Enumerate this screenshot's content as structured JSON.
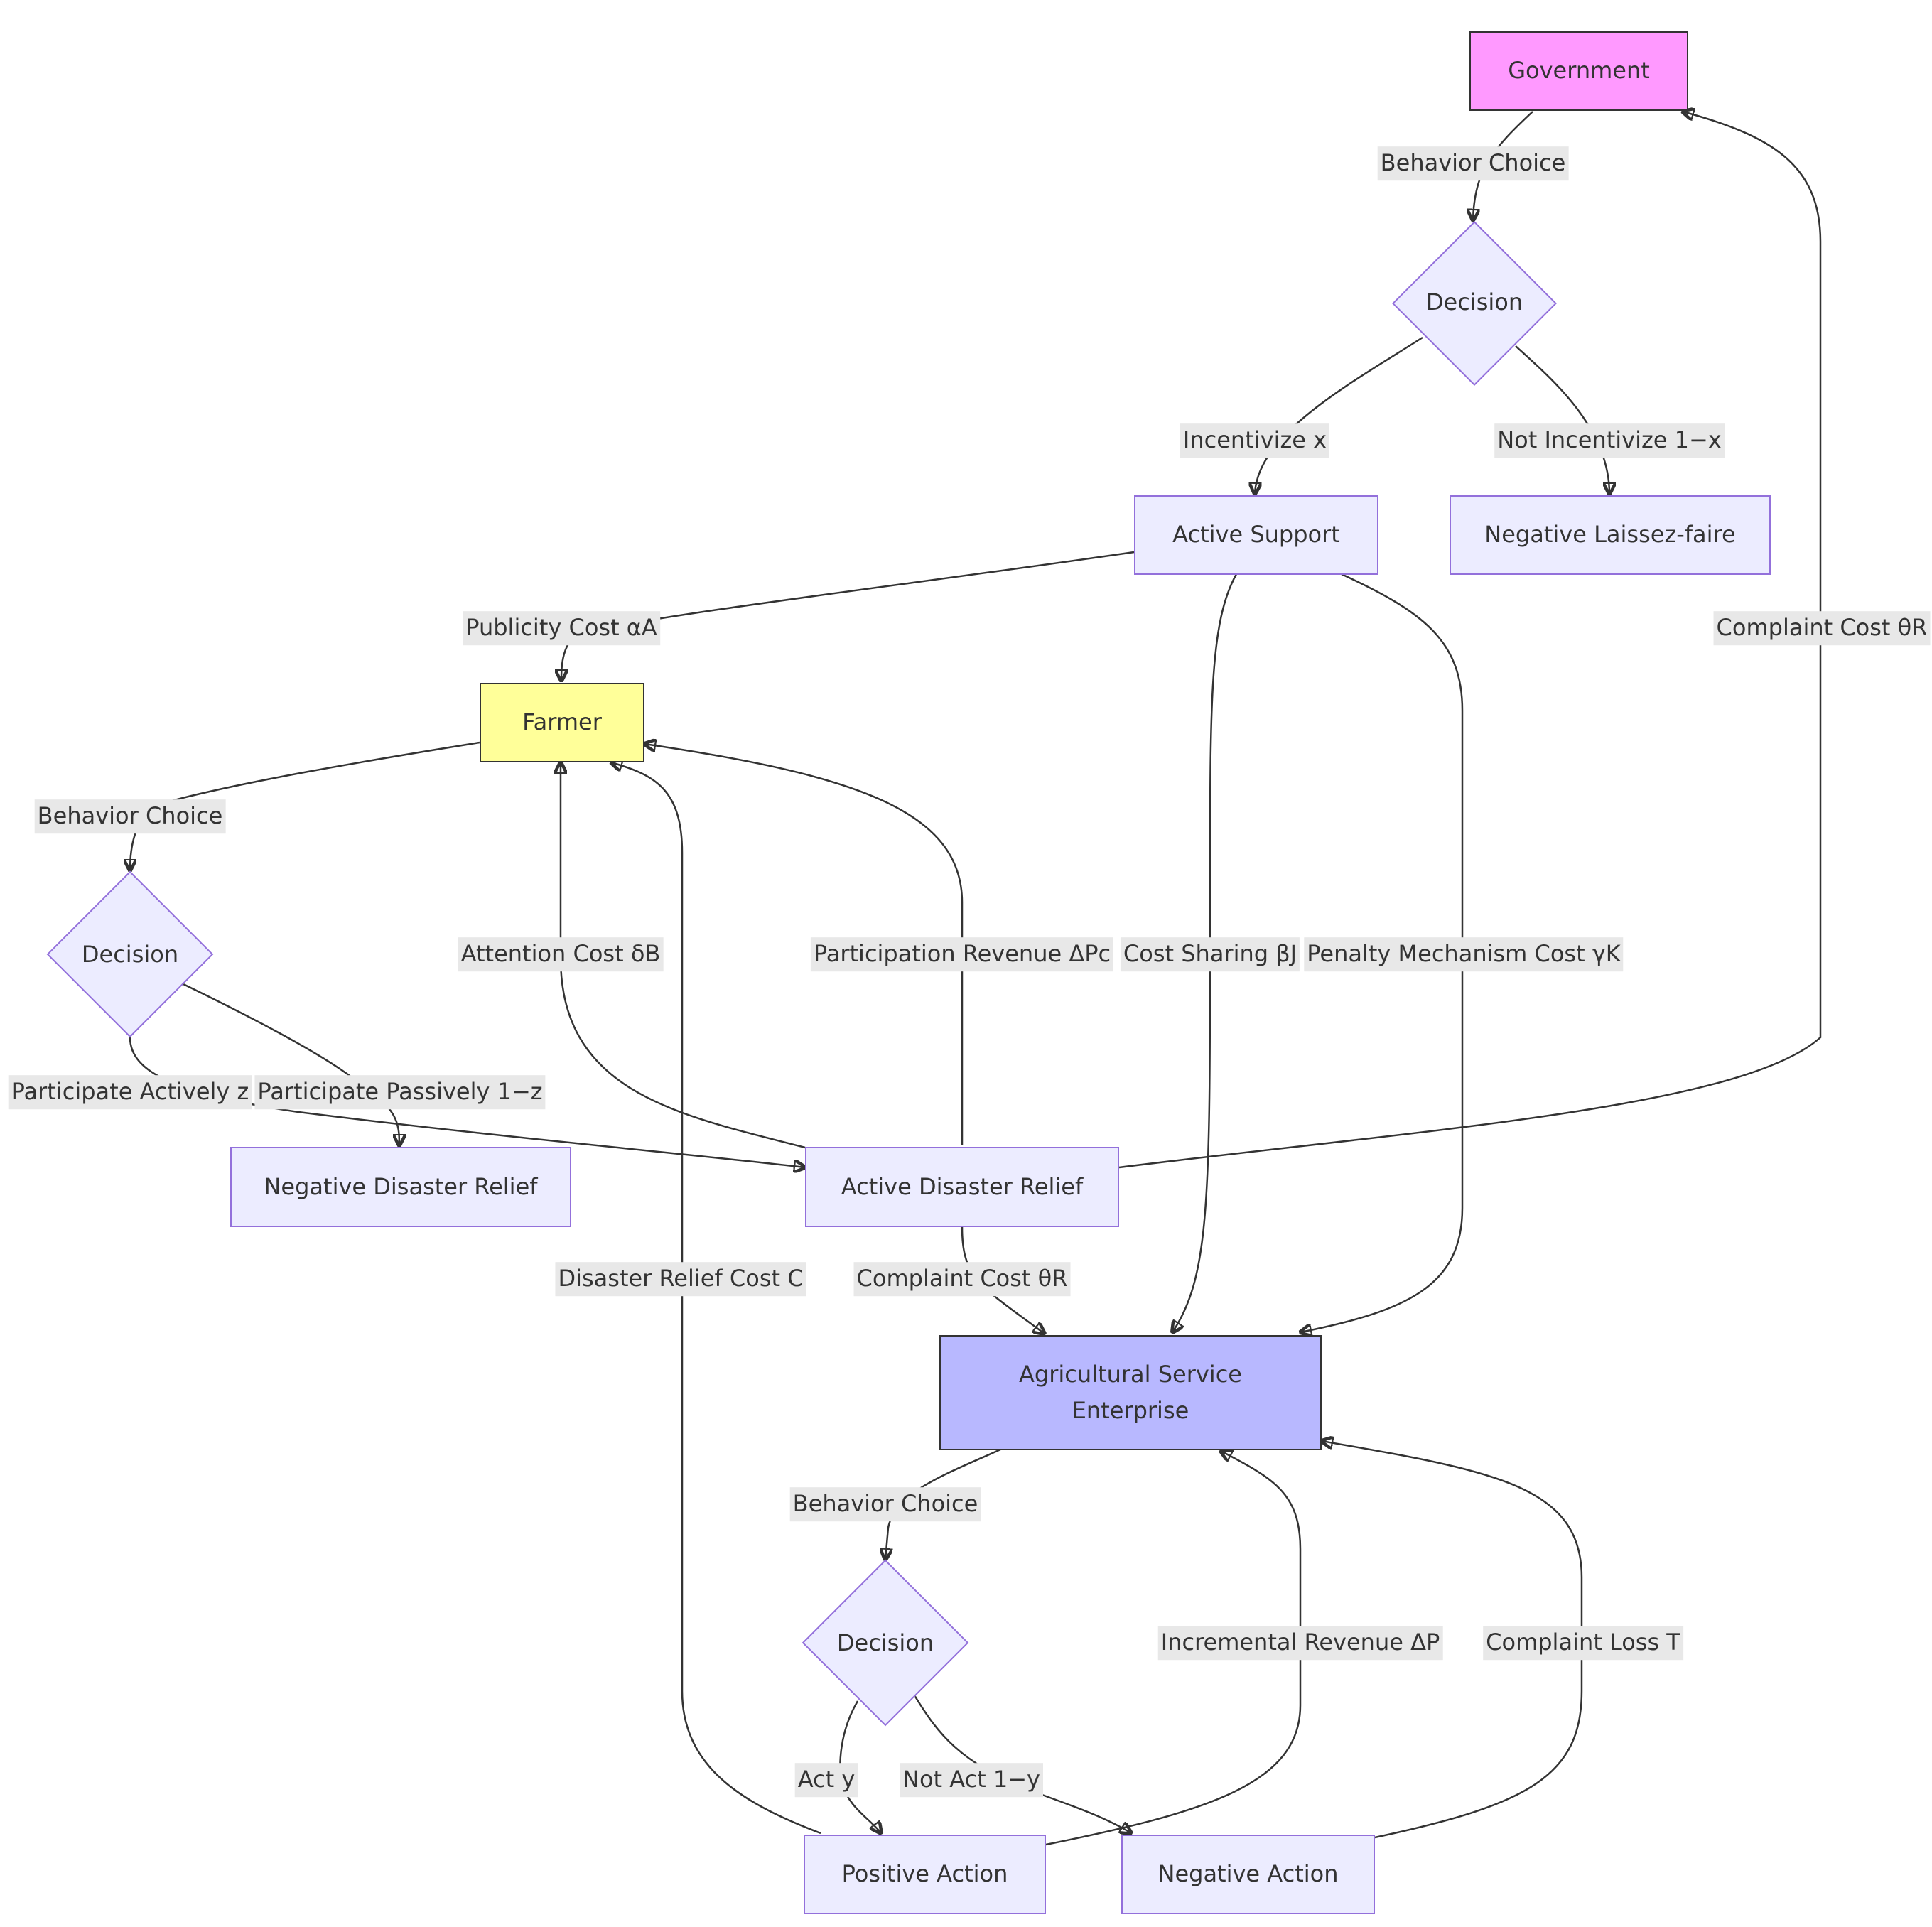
{
  "nodes": {
    "government": "Government",
    "gov_decision": "Decision",
    "active_support": "Active Support",
    "negative_laissez_faire": "Negative Laissez-faire",
    "farmer": "Farmer",
    "farmer_decision": "Decision",
    "negative_disaster_relief": "Negative Disaster Relief",
    "active_disaster_relief": "Active Disaster Relief",
    "ase_line1": "Agricultural Service",
    "ase_line2": "Enterprise",
    "ase_decision": "Decision",
    "positive_action": "Positive Action",
    "negative_action": "Negative Action"
  },
  "edges": {
    "gov_behavior_choice": "Behavior Choice",
    "incentivize": "Incentivize x",
    "not_incentivize": "Not Incentivize 1−x",
    "publicity_cost": "Publicity Cost αA",
    "complaint_cost_gov": "Complaint Cost θR",
    "farmer_behavior_choice": "Behavior Choice",
    "attention_cost": "Attention Cost δB",
    "participation_revenue": "Participation Revenue ΔPc",
    "cost_sharing": "Cost Sharing βJ",
    "penalty_mechanism": "Penalty Mechanism Cost γK",
    "participate_actively": "Participate Actively z",
    "participate_passively": "Participate Passively 1−z",
    "disaster_relief_cost": "Disaster Relief Cost C",
    "complaint_cost_ase": "Complaint Cost θR",
    "ase_behavior_choice": "Behavior Choice",
    "incremental_revenue": "Incremental Revenue ΔP",
    "complaint_loss": "Complaint Loss T",
    "act": "Act y",
    "not_act": "Not Act 1−y"
  },
  "colors": {
    "government_fill": "#FF99FF",
    "farmer_fill": "#FFFF99",
    "enterprise_fill": "#B8B8FF",
    "default_node_fill": "#ECECFF",
    "default_node_border": "#9370DB",
    "edge_stroke": "#333333",
    "edge_label_bg": "#E8E8E8"
  }
}
